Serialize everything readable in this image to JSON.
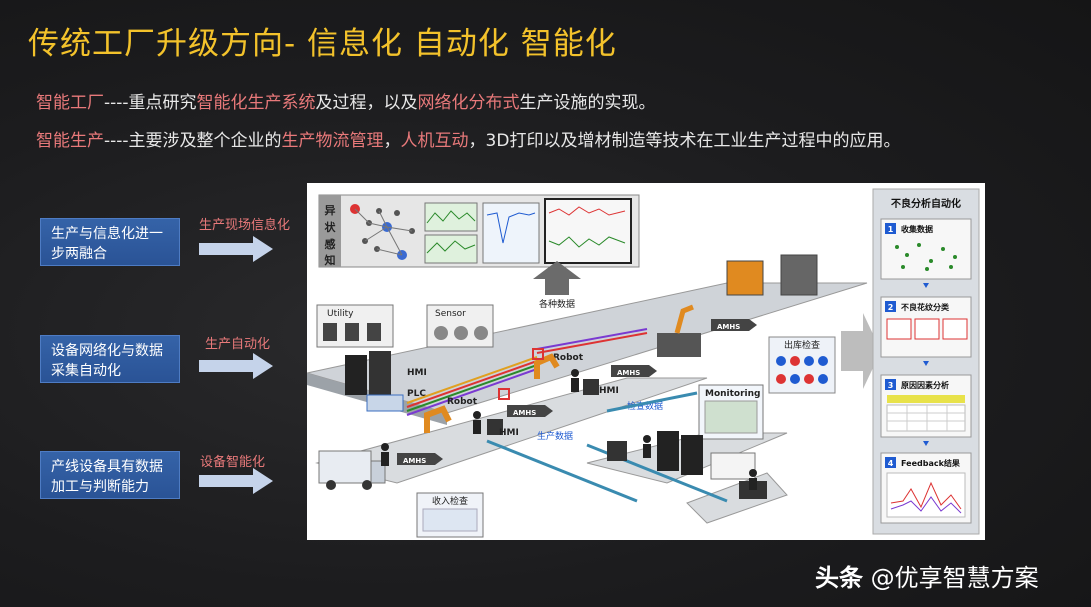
{
  "title": "传统工厂升级方向- 信息化 自动化 智能化",
  "line1": {
    "a": "智能工厂",
    "b": "----重点研究",
    "c": "智能化生产系统",
    "d": "及过程，以及",
    "e": "网络化分布式",
    "f": "生产设施的实现。"
  },
  "line2": {
    "a": "智能生产",
    "b": "----主要涉及整个企业的",
    "c": "生产物流管理",
    "d": "，",
    "e": "人机互动",
    "f": "，3D打印以及增材制造等技术在工业生产过程中的应用。"
  },
  "left_items": [
    {
      "box": "生产与信息化进一步两融合",
      "label": "生产现场信息化"
    },
    {
      "box": "设备网络化与数据采集自动化",
      "label": "生产自动化"
    },
    {
      "box": "产线设备具有数据加工与判断能力",
      "label": "设备智能化"
    }
  ],
  "diagram": {
    "anomaly": "异状感知",
    "various_data": "各种数据",
    "utility": "Utility",
    "sensor": "Sensor",
    "hmi": "HMI",
    "plc": "PLC",
    "robot": "Robot",
    "amhs": "AMHS",
    "outbound_check": "出库检查",
    "inspect_data": "检查数据",
    "production_data": "生产数据",
    "monitoring": "Monitoring",
    "inbound_check": "收入检查",
    "right_panel": {
      "title": "不良分析自动化",
      "steps": [
        {
          "num": "1",
          "label": "收集数据"
        },
        {
          "num": "2",
          "label": "不良花纹分类"
        },
        {
          "num": "3",
          "label": "原因因素分析"
        },
        {
          "num": "4",
          "label": "Feedback结果"
        }
      ]
    }
  },
  "footer": {
    "brand": "头条",
    "handle": "@优享智慧方案"
  },
  "colors": {
    "title": "#f3c22b",
    "highlight": "#e8797a",
    "box": "#3563a8",
    "arrow": "#c5d3ea"
  }
}
